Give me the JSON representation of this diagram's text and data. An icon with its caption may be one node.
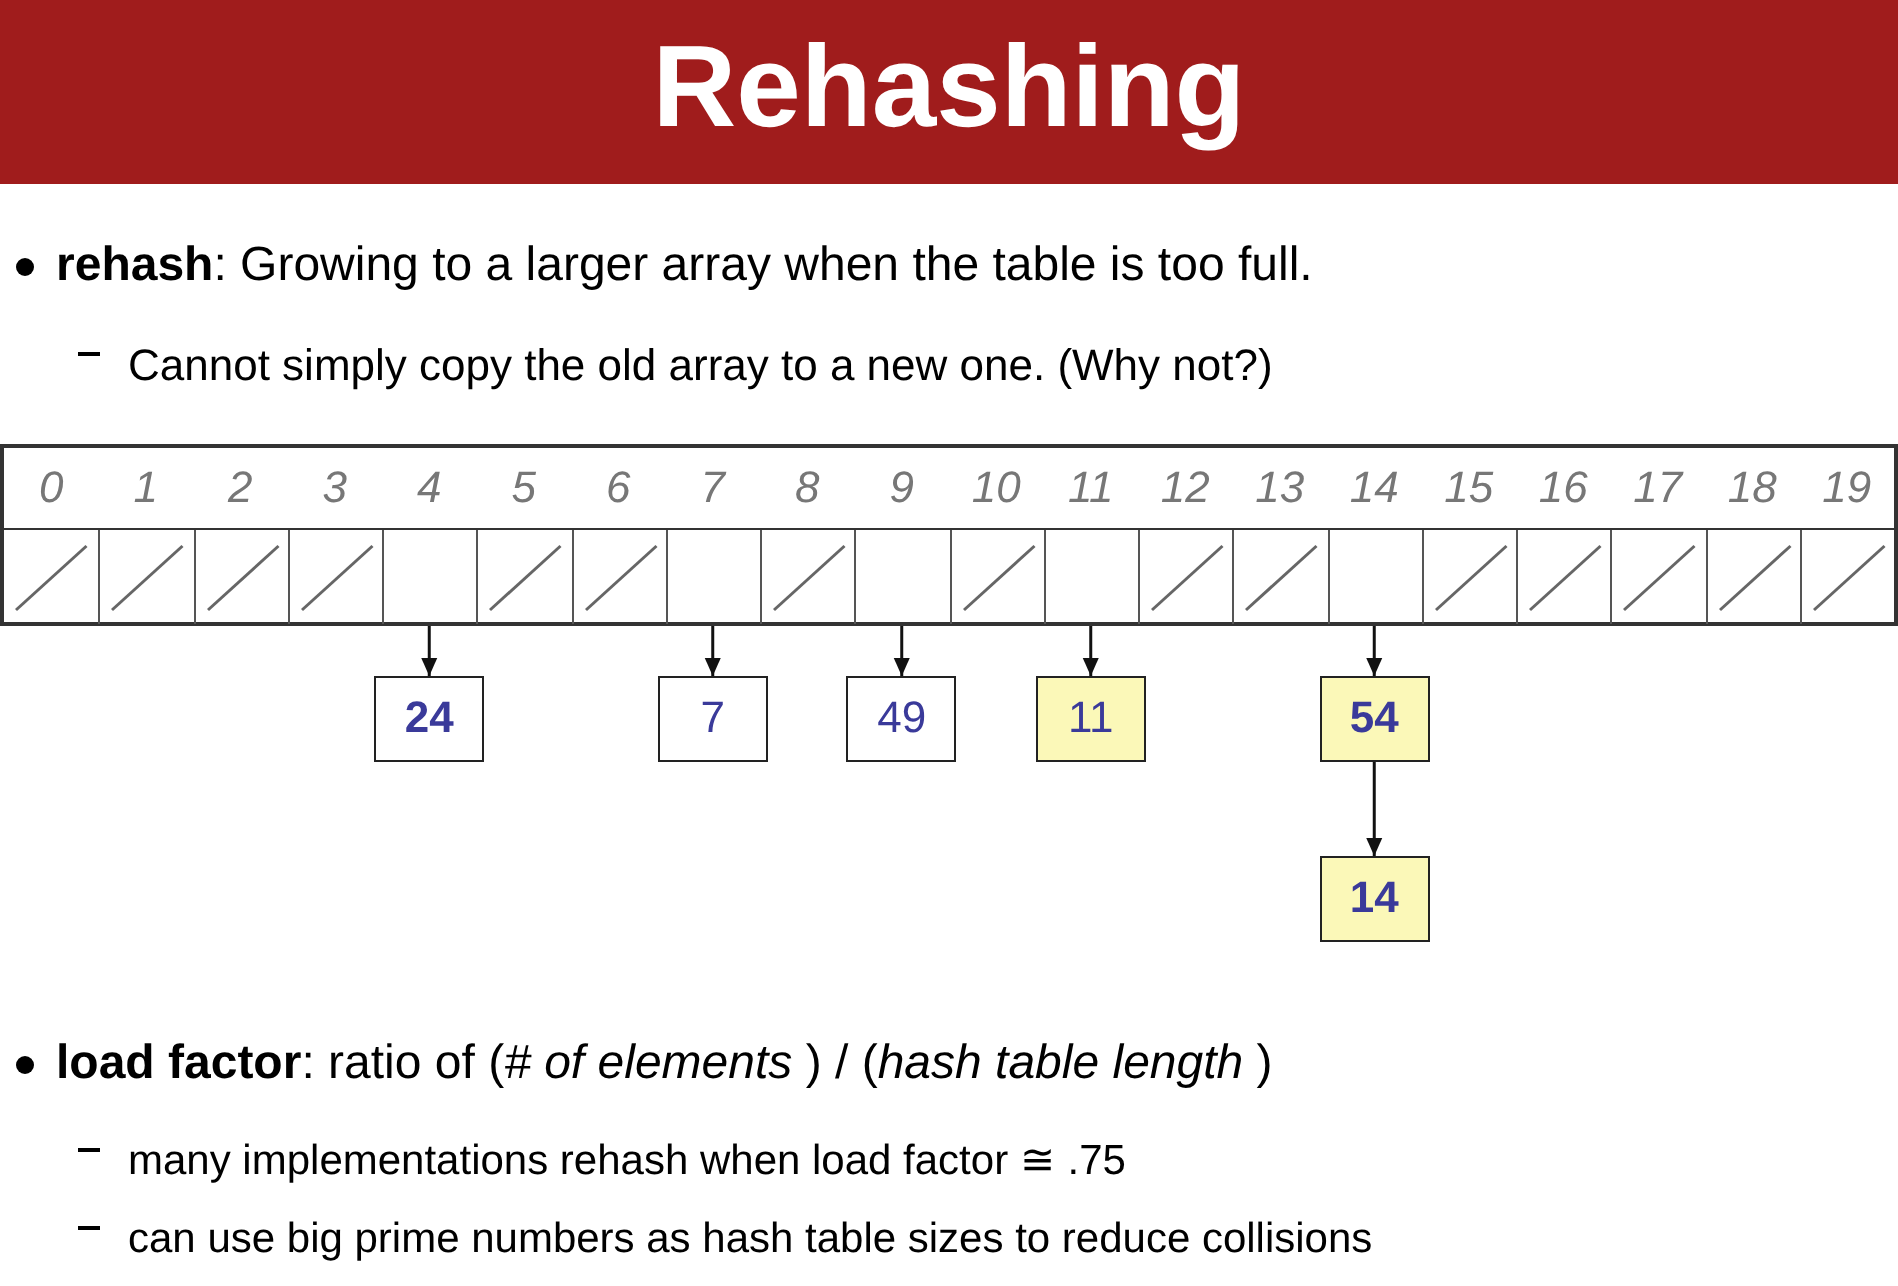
{
  "diagram": {
    "title": "Rehashing",
    "nodes": [
      {
        "text": [],
        "shape": "box"
      },
      {
        "text": [
          "24"
        ]
      },
      {
        "text": [],
        "shape": "box"
      },
      {
        "text": [
          "7"
        ]
      },
      {
        "text": [],
        "shape": "box"
      },
      {
        "text": [
          "49"
        ]
      },
      {
        "text": [],
        "shape": "box"
      },
      {
        "text": [
          "11"
        ]
      },
      {
        "text": [],
        "shape": "box"
      },
      {
        "text": [
          "54"
        ]
      },
      {
        "text": [
          "14"
        ]
      }
    ],
    "edges": [
      {
        "from": 0,
        "to": 1,
        "arrow": "to"
      },
      {
        "from": 2,
        "to": 3,
        "arrow": "to"
      },
      {
        "from": 4,
        "to": 5,
        "arrow": "to"
      },
      {
        "from": 6,
        "to": 7,
        "arrow": "to"
      },
      {
        "from": 8,
        "to": 9,
        "arrow": "to"
      },
      {
        "from": 9,
        "to": 10,
        "arrow": "to"
      }
    ],
    "labels": [
      "**rehash**: Growing to a larger array when the table is too full.",
      "Cannot simply copy the old array to a new one.  (Why not?)",
      "0",
      "1",
      "2",
      "3",
      "4",
      "5",
      "6",
      "7",
      "8",
      "9",
      "10",
      "11",
      "12",
      "13",
      "14",
      "15",
      "16",
      "17",
      "18",
      "19",
      "**load factor**: ratio of (*# of elements* ) / (*hash table length* )",
      "many implementations rehash when load factor ≅ .75",
      "can use big prime numbers as hash table sizes to reduce collisions"
    ]
  }
}
